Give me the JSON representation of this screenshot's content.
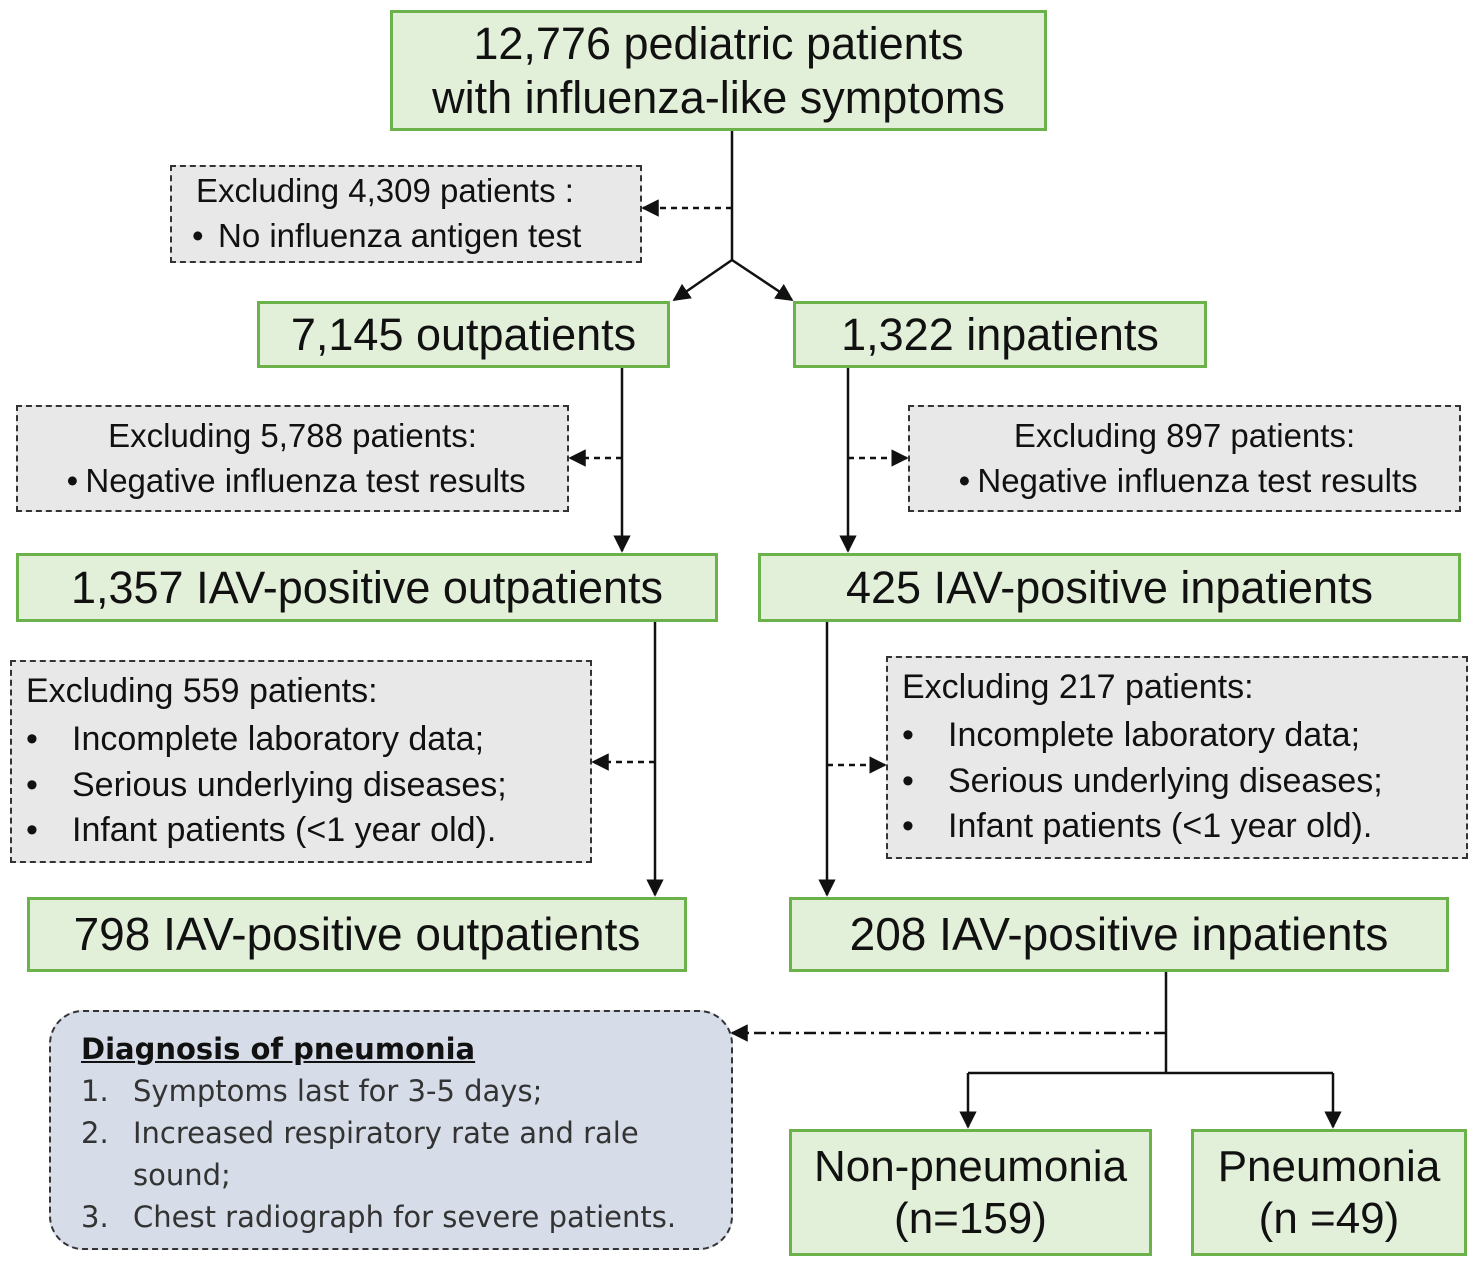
{
  "nodes": {
    "total": {
      "line1": "12,776 pediatric patients",
      "line2": "with influenza-like symptoms"
    },
    "outpatients": {
      "label": "7,145 outpatients"
    },
    "inpatients": {
      "label": "1,322 inpatients"
    },
    "iav_out": {
      "label": "1,357 IAV-positive outpatients"
    },
    "iav_in": {
      "label": "425 IAV-positive inpatients"
    },
    "final_out": {
      "label": "798 IAV-positive outpatients"
    },
    "final_in": {
      "label": "208 IAV-positive inpatients"
    },
    "non_pneumonia": {
      "line1": "Non-pneumonia",
      "line2": "(n=159)"
    },
    "pneumonia": {
      "line1": "Pneumonia",
      "line2": "(n =49)"
    }
  },
  "exclusions": {
    "ex1": {
      "title": "Excluding 4,309 patients :",
      "bullet": "•",
      "items": [
        "No influenza antigen test"
      ]
    },
    "ex2": {
      "title": "Excluding 5,788 patients:",
      "bullet": "•",
      "items": [
        "Negative influenza test results"
      ]
    },
    "ex3": {
      "title": "Excluding 897 patients:",
      "bullet": "•",
      "items": [
        "Negative influenza test results"
      ]
    },
    "ex4": {
      "title": "Excluding 559 patients:",
      "bullet": "•",
      "items": [
        "Incomplete laboratory data;",
        "Serious underlying diseases;",
        "Infant patients (<1 year old)."
      ]
    },
    "ex5": {
      "title": "Excluding 217 patients:",
      "bullet": "•",
      "items": [
        "Incomplete laboratory data;",
        "Serious underlying diseases;",
        "Infant patients (<1 year old)."
      ]
    }
  },
  "diagnosis": {
    "title": "Diagnosis of pneumonia",
    "items": [
      {
        "num": "1.",
        "text": "Symptoms last for 3-5 days;"
      },
      {
        "num": "2.",
        "text": "Increased respiratory rate and rale sound;"
      },
      {
        "num": "3.",
        "text": "Chest radiograph for severe patients."
      }
    ]
  },
  "colors": {
    "node_fill": "#e3f0d9",
    "node_border": "#6cb24a",
    "exclusion_fill": "#e8e8e8",
    "diagnosis_fill": "#d6dde8",
    "line": "#111111"
  }
}
